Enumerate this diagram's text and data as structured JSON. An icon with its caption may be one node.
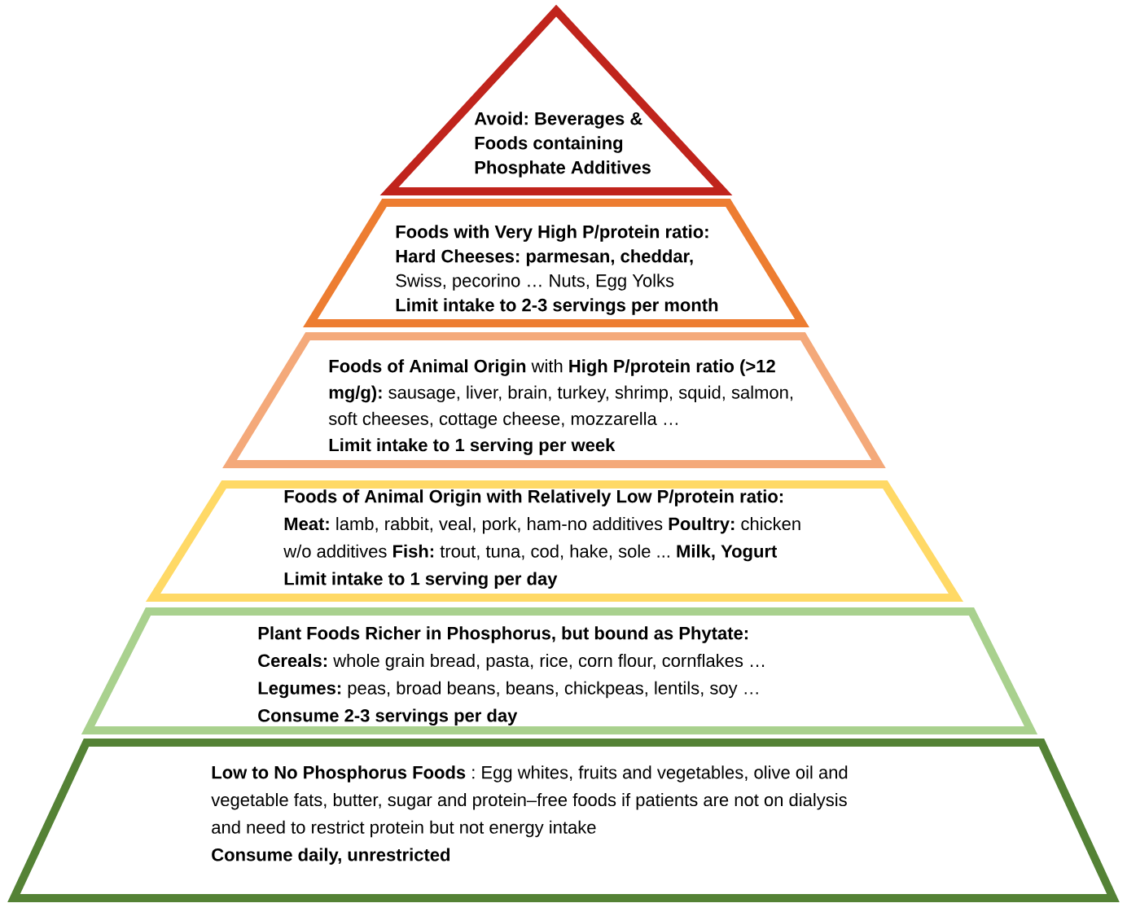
{
  "diagram": {
    "nodes": [
      {
        "text": [
          "Avoid: Beverages & Foods containing Phosphate Additives"
        ]
      },
      {
        "text": [
          "Foods with Very High P/protein ratio:",
          "**Hard Cheeses: parmesan, cheddar,** Swiss, pecorino … Nuts, Egg Yolks",
          "Limit intake to 2-3 servings per month"
        ]
      },
      {
        "text": [
          "**Foods of Animal Origin** with **High P/protein ratio (>12 mg/g):** sausage, liver, brain, turkey, shrimp, squid, salmon, soft cheeses, cottage cheese, mozzarella …",
          "Limit intake to 1 serving per week"
        ]
      },
      {
        "text": [
          "Foods of Animal Origin with Relatively Low P/protein ratio:",
          "**Meat:** lamb, rabbit, veal, pork, ham-no additives **Poultry:** chicken w/o additives **Fish:** trout, tuna, cod, hake, sole ... **Milk, Yogurt**",
          "Limit intake to 1 serving per day"
        ]
      },
      {
        "text": [
          "Plant Foods Richer in Phosphorus, but bound as Phytate:",
          "**Cereals:** whole grain bread, pasta, rice, corn flour, cornflakes …",
          "**Legumes:** peas, broad beans, beans, chickpeas, lentils, soy …",
          "Consume 2-3 servings per day"
        ]
      },
      {
        "text": [
          "**Low to No Phosphorus Foods** : Egg whites, fruits and vegetables, olive oil and vegetable fats, butter, sugar and protein–free foods if patients are not on dialysis and need to restrict protein but not energy intake",
          "Consume daily, unrestricted"
        ]
      }
    ]
  }
}
